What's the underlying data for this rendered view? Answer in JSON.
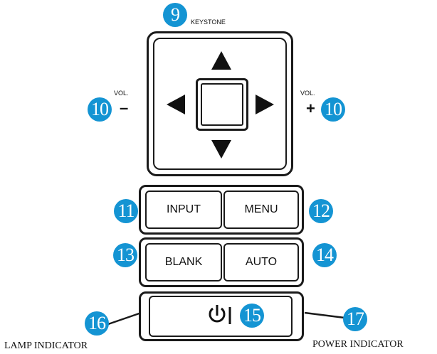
{
  "labels": {
    "keystone": "KEYSTONE",
    "vol_left": "VOL.",
    "vol_right": "VOL.",
    "minus": "–",
    "plus": "+",
    "lamp_indicator": "LAMP INDICATOR",
    "power_indicator": "POWER INDICATOR"
  },
  "buttons": {
    "input": "INPUT",
    "menu": "MENU",
    "blank": "BLANK",
    "auto": "AUTO"
  },
  "badges": {
    "keystone": "9",
    "vol_left": "10",
    "vol_right": "10",
    "input": "11",
    "menu": "12",
    "blank": "13",
    "auto": "14",
    "power": "15",
    "lamp": "16",
    "power_led": "17"
  },
  "icons": {
    "dpad": [
      "arrow-up-icon",
      "arrow-down-icon",
      "arrow-left-icon",
      "arrow-right-icon"
    ],
    "power": "power-icon"
  },
  "colors": {
    "badge": "#1494d3",
    "outline": "#1a1a1a"
  }
}
